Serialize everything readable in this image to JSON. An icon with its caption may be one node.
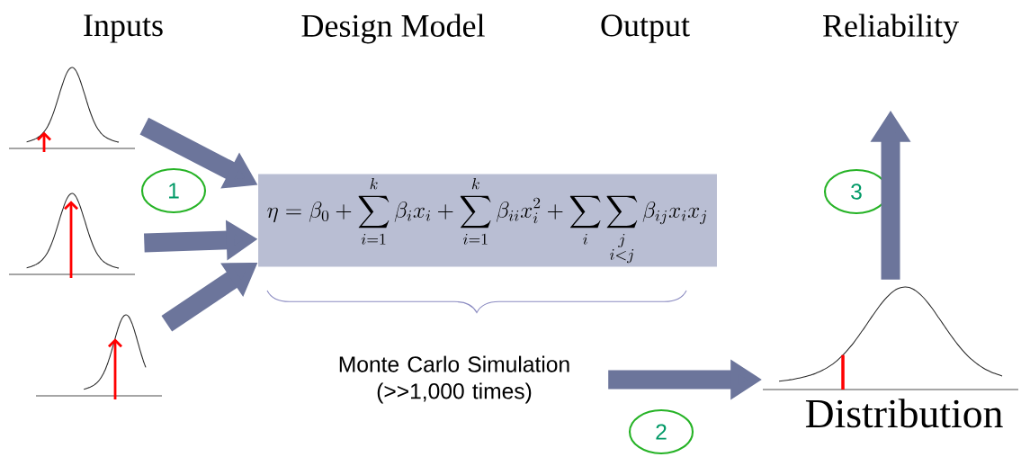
{
  "diagram": {
    "nodes": [
      {
        "text": [],
        "shape": "picture"
      },
      {
        "text": [],
        "shape": "picture"
      },
      {
        "text": [],
        "shape": "picture"
      },
      {
        "text": [
          "\\eta = \\beta_0 + \\sum_{i=1}^{k}\\beta_i x_i + \\sum_{i=1}^{k}\\beta_{ii} x_i^2 + \\sum_{i}\\sum_{\\substack{j\\\\ i<j}}\\beta_{ij} x_i x_j"
        ]
      },
      {
        "text": [
          "Monte Carlo Simulation (>>1,000 times)"
        ]
      },
      {
        "text": [],
        "shape": "picture",
        "beside": [
          "Distribution"
        ]
      },
      {
        "text": [
          "1"
        ]
      },
      {
        "text": [
          "2"
        ]
      },
      {
        "text": [
          "3"
        ]
      }
    ],
    "edges": [
      {
        "from": 0,
        "to": 3,
        "arrow": "to"
      },
      {
        "from": 1,
        "to": 3,
        "arrow": "to"
      },
      {
        "from": 2,
        "to": 3,
        "arrow": "to"
      },
      {
        "from": 4,
        "to": 5,
        "arrow": "to"
      },
      {
        "from": 5,
        "to": null,
        "arrow": "to"
      }
    ],
    "labels": [
      "Inputs",
      "Design Model",
      "Output",
      "Reliability"
    ]
  }
}
